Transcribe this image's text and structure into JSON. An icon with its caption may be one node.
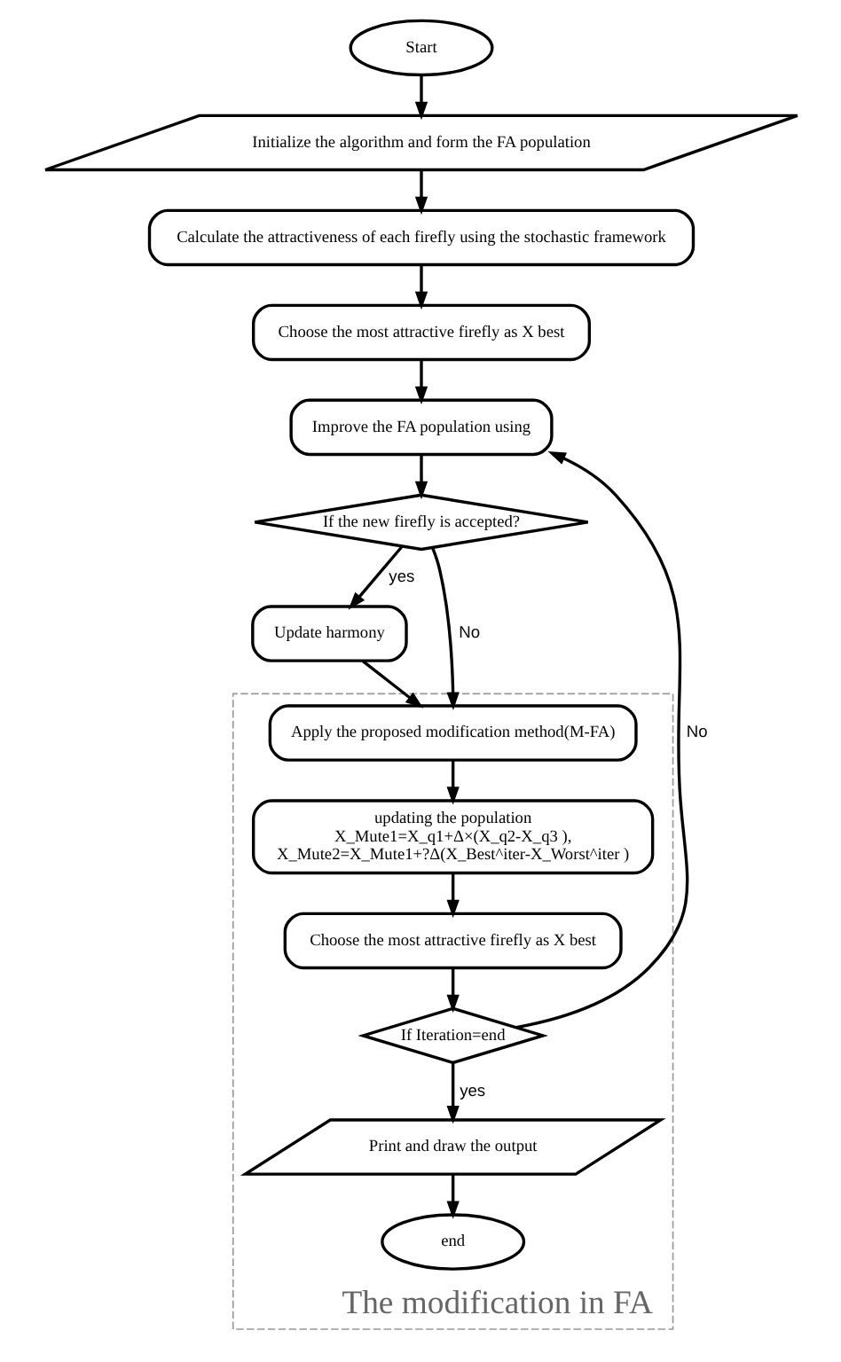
{
  "diagram": {
    "nodes": [
      {
        "text": [
          "Start"
        ]
      },
      {
        "text": [
          "Initialize the algorithm and form the FA population"
        ]
      },
      {
        "text": [
          "Calculate the attractiveness of each firefly using the stochastic framework"
        ]
      },
      {
        "text": [
          "Choose the most attractive firefly as X best"
        ]
      },
      {
        "text": [
          "Improve the FA population using"
        ]
      },
      {
        "text": [
          "If the new firefly is accepted?"
        ]
      },
      {
        "text": [
          "Update harmony"
        ]
      },
      {
        "text": [
          "The modification in FA"
        ]
      },
      {
        "text": [
          "Apply the proposed modification method(M-FA)"
        ],
        "in": 7
      },
      {
        "text": [
          "updating the population",
          "X_Mute1=X_q1+Δ×(X_q2-X_q3 ),",
          "X_Mute2=X_Mute1+?Δ(X_Best^iter-X_Worst^iter )"
        ],
        "in": 7
      },
      {
        "text": [
          "Choose the most attractive firefly as X best"
        ],
        "in": 7
      },
      {
        "text": [
          "If Iteration=end"
        ],
        "in": 7
      },
      {
        "text": [
          "Print and draw the output"
        ],
        "in": 7
      },
      {
        "text": [
          "end"
        ],
        "in": 7
      }
    ],
    "edges": [
      {
        "from": 0,
        "to": 1,
        "arrow": "to"
      },
      {
        "from": 1,
        "to": 2,
        "arrow": "to"
      },
      {
        "from": 2,
        "to": 3,
        "arrow": "to"
      },
      {
        "from": 3,
        "to": 4,
        "arrow": "to"
      },
      {
        "from": 4,
        "to": 5,
        "arrow": "to"
      },
      {
        "from": 5,
        "to": 6,
        "arrow": "to",
        "label": "yes"
      },
      {
        "from": 6,
        "to": 8,
        "arrow": "to"
      },
      {
        "from": 5,
        "to": 8,
        "arrow": "to",
        "label": "No"
      },
      {
        "from": 8,
        "to": 9,
        "arrow": "to"
      },
      {
        "from": 9,
        "to": 10,
        "arrow": "to"
      },
      {
        "from": 10,
        "to": 11,
        "arrow": "to"
      },
      {
        "from": 11,
        "to": 4,
        "arrow": "to",
        "label": "No"
      },
      {
        "from": 11,
        "to": 12,
        "arrow": "to",
        "label": "yes"
      },
      {
        "from": 12,
        "to": 13,
        "arrow": "to"
      }
    ]
  }
}
